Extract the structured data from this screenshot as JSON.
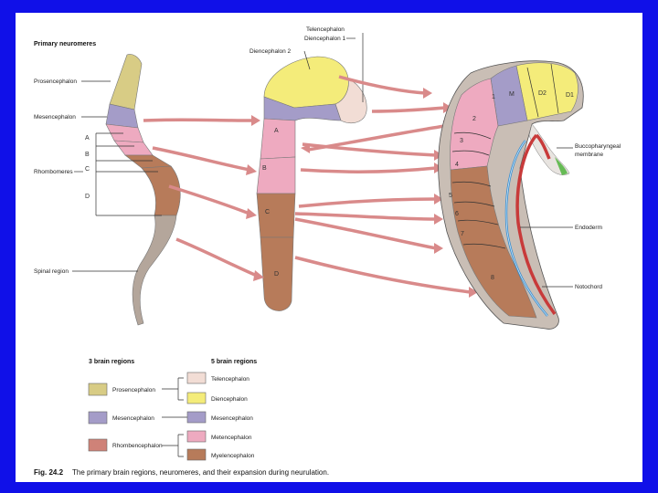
{
  "figure": {
    "caption_number": "Fig. 24.2",
    "caption_text": "The primary brain regions, neuromeres, and their expansion during neurulation."
  },
  "left_panel": {
    "heading": "Primary neuromeres",
    "labels": {
      "prosencephalon": "Prosencephalon",
      "mesencephalon": "Mesencephalon",
      "rhombomeres": "Rhombomeres",
      "spinal_region": "Spinal region"
    },
    "segments": [
      "A",
      "B",
      "C",
      "D"
    ]
  },
  "middle_panel": {
    "labels": {
      "telencephalon": "Telencephalon",
      "diencephalon_1": "Diencephalon 1",
      "diencephalon_2": "Diencephalon 2"
    },
    "segments": [
      "A",
      "B",
      "C",
      "D"
    ]
  },
  "right_panel": {
    "segments": [
      "1",
      "M",
      "D2",
      "D1",
      "2",
      "3",
      "4",
      "5",
      "6",
      "7",
      "8"
    ],
    "labels": {
      "buccopharyngeal": "Buccopharyngeal",
      "membrane": "membrane",
      "endoderm": "Endoderm",
      "notochord": "Notochord"
    }
  },
  "legend": {
    "col1_title": "3 brain regions",
    "col2_title": "5 brain regions",
    "col1": [
      "Prosencephalon",
      "Mesencephalon",
      "Rhombencephalon"
    ],
    "col2": [
      "Telencephalon",
      "Diencephalon",
      "Mesencephalon",
      "Metencephalon",
      "Myelencephalon"
    ]
  },
  "colors": {
    "prosencephalon": "#d8cc85",
    "telencephalon": "#f2ddd5",
    "diencephalon": "#f4ec7a",
    "mesencephalon": "#a49cc8",
    "metencephalon": "#eeaac0",
    "myelencephalon": "#b77b5a",
    "rhombencephalon": "#cf8278",
    "spinal": "#b4a69b",
    "arrow": "#d98a8a"
  }
}
